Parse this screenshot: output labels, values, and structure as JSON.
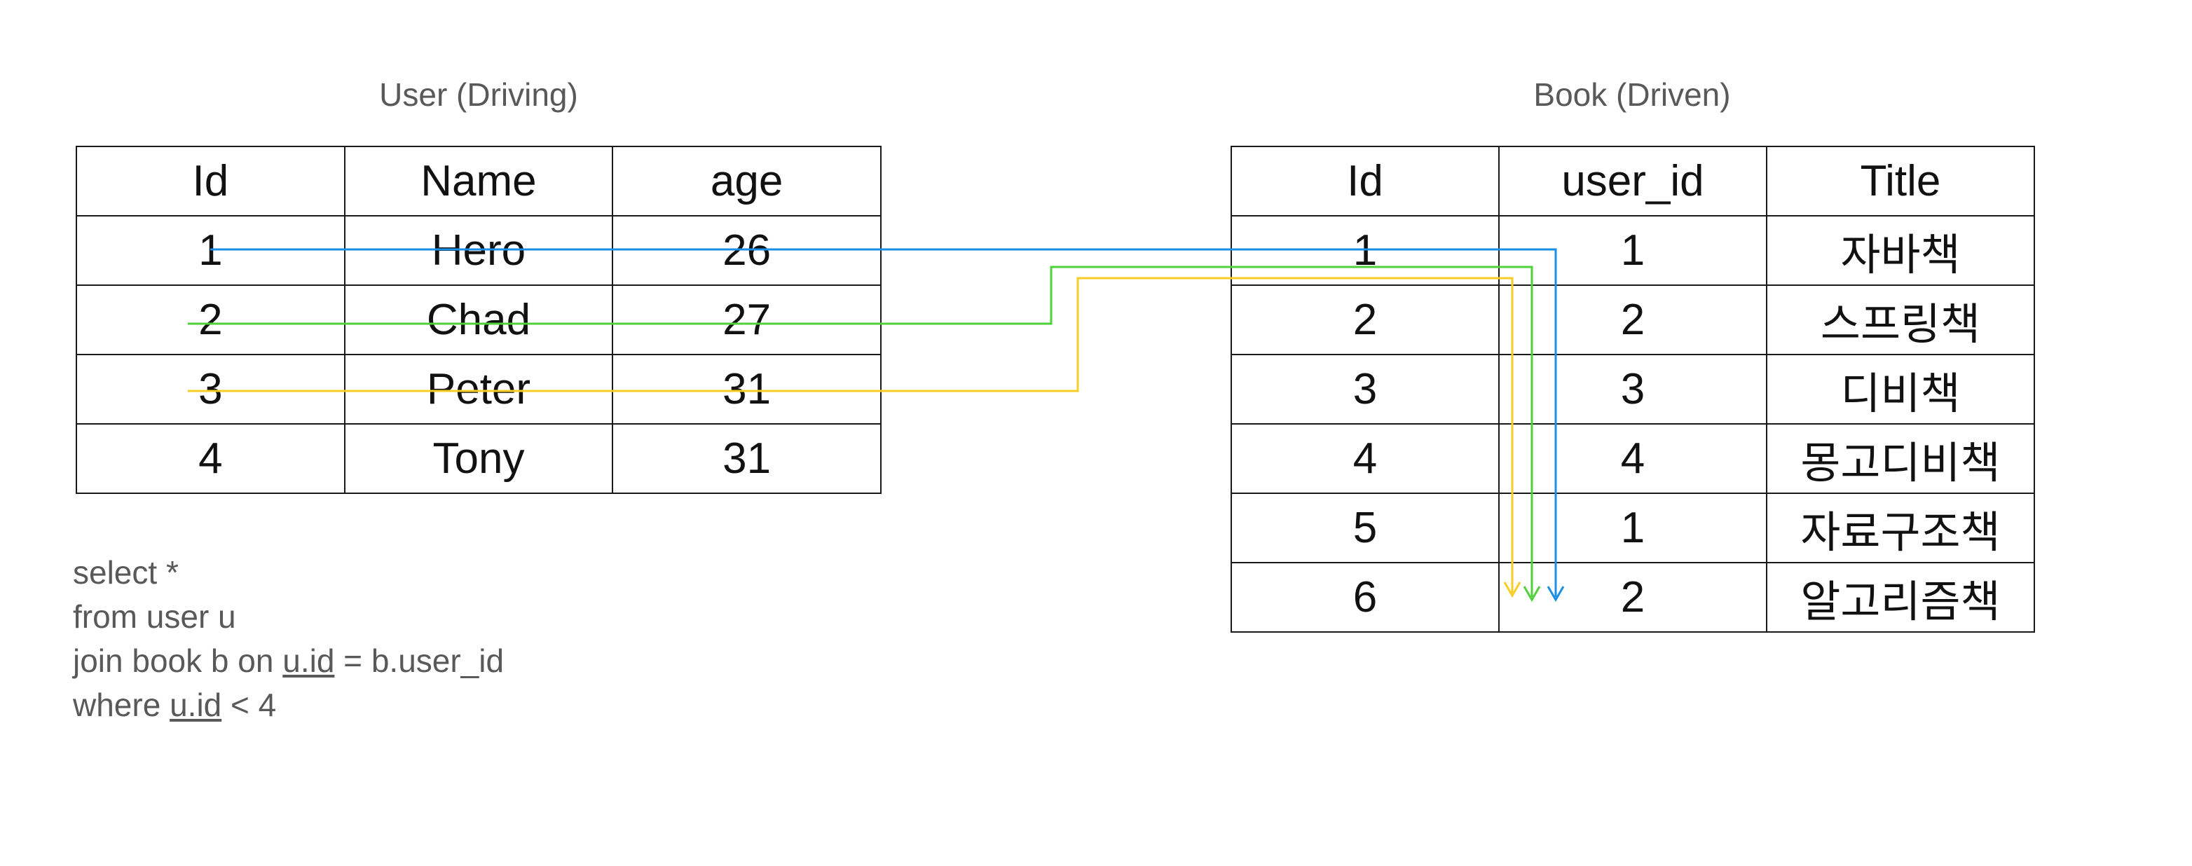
{
  "user_table": {
    "caption": "User (Driving)",
    "headers": [
      "Id",
      "Name",
      "age"
    ],
    "rows": [
      [
        "1",
        "Hero",
        "26"
      ],
      [
        "2",
        "Chad",
        "27"
      ],
      [
        "3",
        "Peter",
        "31"
      ],
      [
        "4",
        "Tony",
        "31"
      ]
    ]
  },
  "book_table": {
    "caption": "Book (Driven)",
    "headers": [
      "Id",
      "user_id",
      "Title"
    ],
    "rows": [
      [
        "1",
        "1",
        "자바책"
      ],
      [
        "2",
        "2",
        "스프링책"
      ],
      [
        "3",
        "3",
        "디비책"
      ],
      [
        "4",
        "4",
        "몽고디비책"
      ],
      [
        "5",
        "1",
        "자료구조책"
      ],
      [
        "6",
        "2",
        "알고리즘책"
      ]
    ]
  },
  "query": {
    "line1": "select *",
    "line2": "from user u",
    "line3_pre": "join book b on ",
    "line3_col": "u.id",
    "line3_post": " = b.user_id",
    "line4_pre": "where ",
    "line4_col": "u.id",
    "line4_post": " < 4"
  },
  "connectors": {
    "colors": {
      "row1": "#1a8fe3",
      "row2": "#4fd13a",
      "row3": "#f7cd26"
    }
  }
}
